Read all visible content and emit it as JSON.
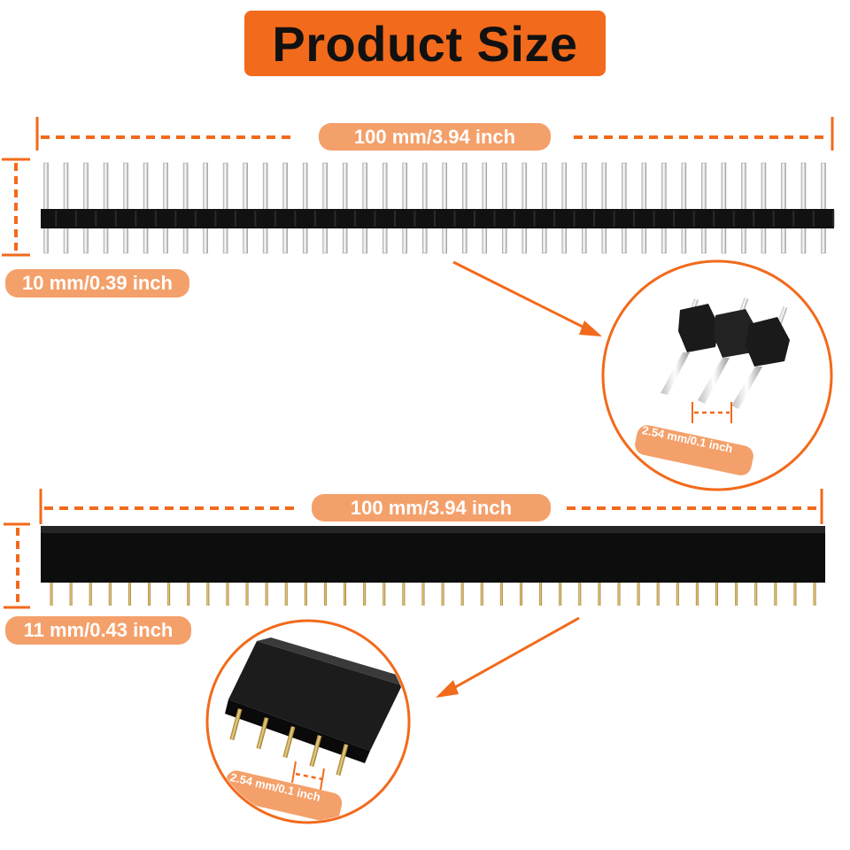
{
  "title": "Product Size",
  "male_header": {
    "length_label": "100 mm/3.94 inch",
    "height_label": "10 mm/0.39 inch",
    "pitch_label": "2.54 mm/0.1 inch"
  },
  "female_header": {
    "length_label": "100 mm/3.94 inch",
    "height_label": "11 mm/0.43 inch",
    "pitch_label": "2.54 mm/0.1 inch"
  },
  "colors": {
    "accent": "#f26a1b",
    "label_bg": "#f4a06a",
    "header_body": "#111111",
    "pin": "#d9d9d9",
    "gold_pin": "#c9a24a"
  }
}
